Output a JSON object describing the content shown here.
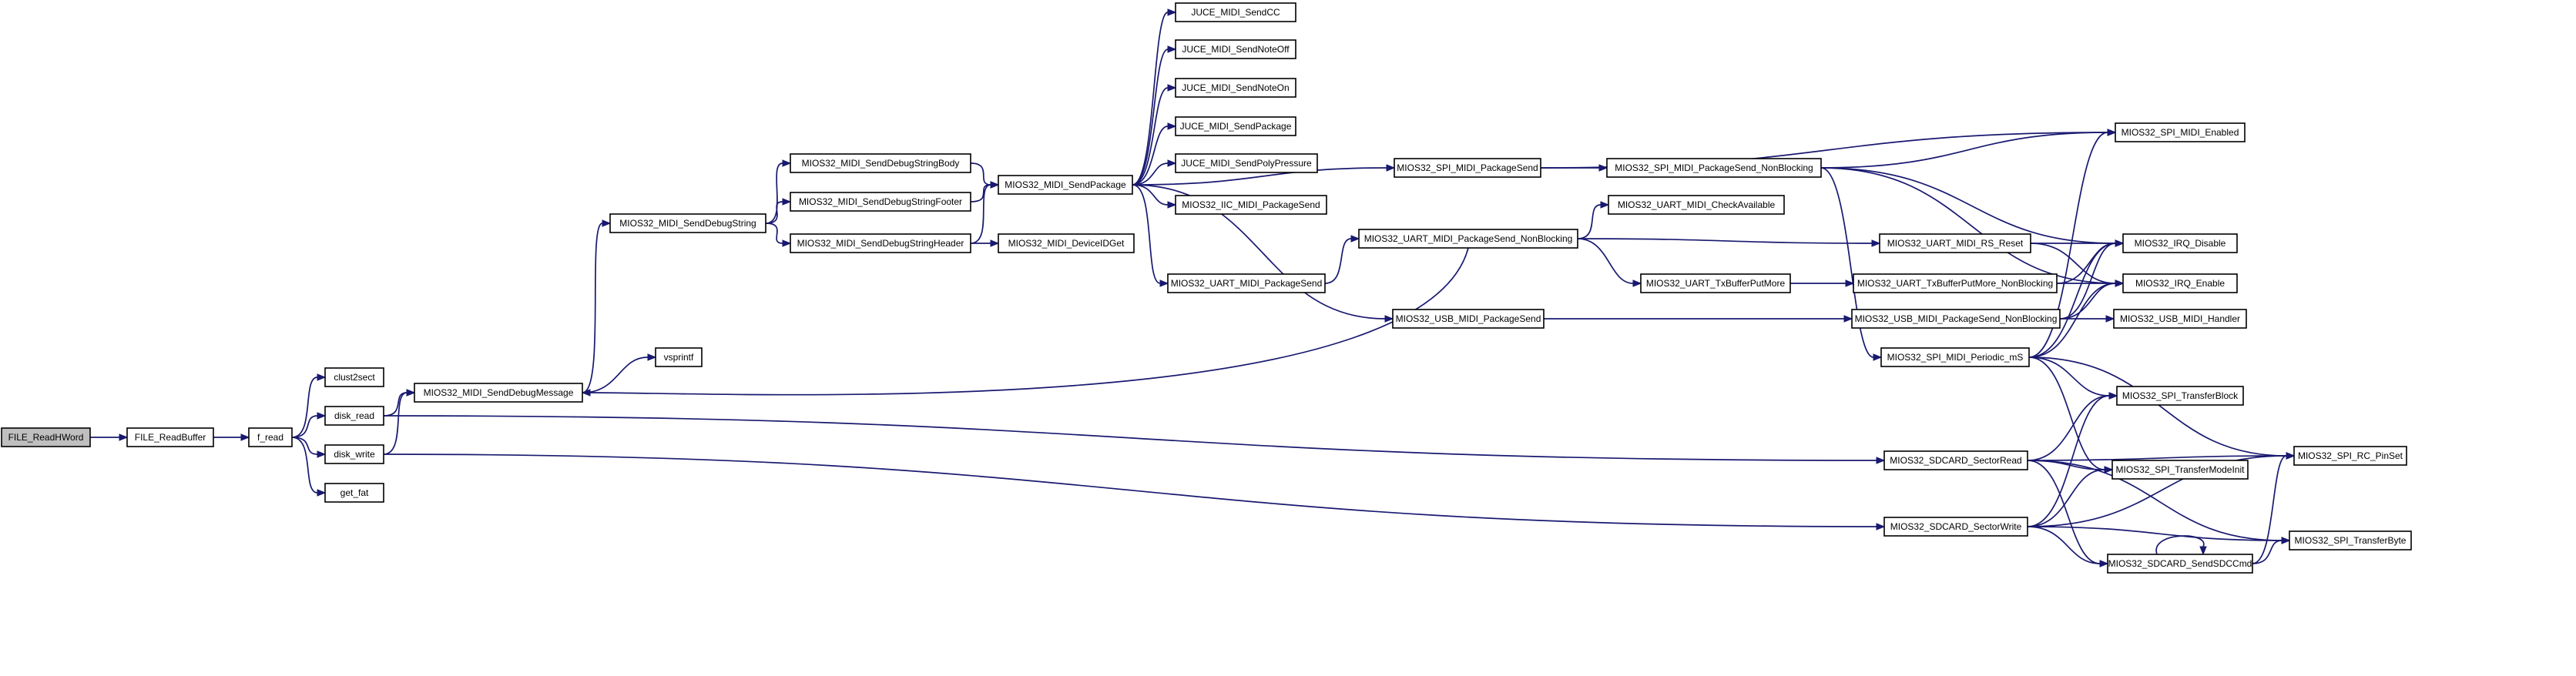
{
  "nodes": {
    "FILE_ReadHWord": "FILE_ReadHWord",
    "FILE_ReadBuffer": "FILE_ReadBuffer",
    "f_read": "f_read",
    "clust2sect": "clust2sect",
    "disk_read": "disk_read",
    "disk_write": "disk_write",
    "get_fat": "get_fat",
    "MIOS32_MIDI_SendDebugMessage": "MIOS32_MIDI_SendDebugMessage",
    "vsprintf": "vsprintf",
    "MIOS32_MIDI_SendDebugString": "MIOS32_MIDI_SendDebugString",
    "MIOS32_MIDI_SendDebugStringBody": "MIOS32_MIDI_SendDebugStringBody",
    "MIOS32_MIDI_SendDebugStringFooter": "MIOS32_MIDI_SendDebugStringFooter",
    "MIOS32_MIDI_SendDebugStringHeader": "MIOS32_MIDI_SendDebugStringHeader",
    "MIOS32_MIDI_SendPackage": "MIOS32_MIDI_SendPackage",
    "MIOS32_MIDI_DeviceIDGet": "MIOS32_MIDI_DeviceIDGet",
    "JUCE_MIDI_SendCC": "JUCE_MIDI_SendCC",
    "JUCE_MIDI_SendNoteOff": "JUCE_MIDI_SendNoteOff",
    "JUCE_MIDI_SendNoteOn": "JUCE_MIDI_SendNoteOn",
    "JUCE_MIDI_SendPackage": "JUCE_MIDI_SendPackage",
    "JUCE_MIDI_SendPolyPressure": "JUCE_MIDI_SendPolyPressure",
    "MIOS32_IIC_MIDI_PackageSend": "MIOS32_IIC_MIDI_PackageSend",
    "MIOS32_UART_MIDI_PackageSend": "MIOS32_UART_MIDI_PackageSend",
    "MIOS32_USB_MIDI_PackageSend": "MIOS32_USB_MIDI_PackageSend",
    "MIOS32_SPI_MIDI_PackageSend": "MIOS32_SPI_MIDI_PackageSend",
    "MIOS32_UART_MIDI_PackageSend_NonBlocking": "MIOS32_UART_MIDI_PackageSend_NonBlocking",
    "MIOS32_UART_MIDI_CheckAvailable": "MIOS32_UART_MIDI_CheckAvailable",
    "MIOS32_SPI_MIDI_PackageSend_NonBlocking": "MIOS32_SPI_MIDI_PackageSend_NonBlocking",
    "MIOS32_UART_MIDI_RS_Reset": "MIOS32_UART_MIDI_RS_Reset",
    "MIOS32_UART_TxBufferPutMore": "MIOS32_UART_TxBufferPutMore",
    "MIOS32_UART_TxBufferPutMore_NonBlocking": "MIOS32_UART_TxBufferPutMore_NonBlocking",
    "MIOS32_USB_MIDI_PackageSend_NonBlocking": "MIOS32_USB_MIDI_PackageSend_NonBlocking",
    "MIOS32_SPI_MIDI_Periodic_mS": "MIOS32_SPI_MIDI_Periodic_mS",
    "MIOS32_SDCARD_SectorRead": "MIOS32_SDCARD_SectorRead",
    "MIOS32_SDCARD_SectorWrite": "MIOS32_SDCARD_SectorWrite",
    "MIOS32_SPI_MIDI_Enabled": "MIOS32_SPI_MIDI_Enabled",
    "MIOS32_IRQ_Disable": "MIOS32_IRQ_Disable",
    "MIOS32_IRQ_Enable": "MIOS32_IRQ_Enable",
    "MIOS32_USB_MIDI_Handler": "MIOS32_USB_MIDI_Handler",
    "MIOS32_SPI_TransferBlock": "MIOS32_SPI_TransferBlock",
    "MIOS32_SPI_TransferModeInit": "MIOS32_SPI_TransferModeInit",
    "MIOS32_SDCARD_SendSDCCmd": "MIOS32_SDCARD_SendSDCCmd",
    "MIOS32_SPI_RC_PinSet": "MIOS32_SPI_RC_PinSet",
    "MIOS32_SPI_TransferByte": "MIOS32_SPI_TransferByte"
  },
  "edges": [
    [
      "FILE_ReadHWord",
      "FILE_ReadBuffer"
    ],
    [
      "FILE_ReadBuffer",
      "f_read"
    ],
    [
      "f_read",
      "clust2sect"
    ],
    [
      "f_read",
      "disk_read"
    ],
    [
      "f_read",
      "disk_write"
    ],
    [
      "f_read",
      "get_fat"
    ],
    [
      "disk_read",
      "MIOS32_MIDI_SendDebugMessage"
    ],
    [
      "disk_read",
      "MIOS32_SDCARD_SectorRead"
    ],
    [
      "disk_write",
      "MIOS32_MIDI_SendDebugMessage"
    ],
    [
      "disk_write",
      "MIOS32_SDCARD_SectorWrite"
    ],
    [
      "MIOS32_MIDI_SendDebugMessage",
      "MIOS32_MIDI_SendDebugString"
    ],
    [
      "MIOS32_MIDI_SendDebugMessage",
      "vsprintf"
    ],
    [
      "MIOS32_MIDI_SendDebugString",
      "MIOS32_MIDI_SendDebugStringBody"
    ],
    [
      "MIOS32_MIDI_SendDebugString",
      "MIOS32_MIDI_SendDebugStringFooter"
    ],
    [
      "MIOS32_MIDI_SendDebugString",
      "MIOS32_MIDI_SendDebugStringHeader"
    ],
    [
      "MIOS32_MIDI_SendDebugStringBody",
      "MIOS32_MIDI_SendPackage"
    ],
    [
      "MIOS32_MIDI_SendDebugStringFooter",
      "MIOS32_MIDI_SendPackage"
    ],
    [
      "MIOS32_MIDI_SendDebugStringHeader",
      "MIOS32_MIDI_SendPackage"
    ],
    [
      "MIOS32_MIDI_SendDebugStringHeader",
      "MIOS32_MIDI_DeviceIDGet"
    ],
    [
      "MIOS32_MIDI_SendPackage",
      "JUCE_MIDI_SendCC"
    ],
    [
      "MIOS32_MIDI_SendPackage",
      "JUCE_MIDI_SendNoteOff"
    ],
    [
      "MIOS32_MIDI_SendPackage",
      "JUCE_MIDI_SendNoteOn"
    ],
    [
      "MIOS32_MIDI_SendPackage",
      "JUCE_MIDI_SendPackage"
    ],
    [
      "MIOS32_MIDI_SendPackage",
      "JUCE_MIDI_SendPolyPressure"
    ],
    [
      "MIOS32_MIDI_SendPackage",
      "MIOS32_IIC_MIDI_PackageSend"
    ],
    [
      "MIOS32_MIDI_SendPackage",
      "MIOS32_UART_MIDI_PackageSend"
    ],
    [
      "MIOS32_MIDI_SendPackage",
      "MIOS32_USB_MIDI_PackageSend"
    ],
    [
      "MIOS32_MIDI_SendPackage",
      "MIOS32_SPI_MIDI_PackageSend"
    ],
    [
      "MIOS32_UART_MIDI_PackageSend",
      "MIOS32_UART_MIDI_PackageSend_NonBlocking"
    ],
    [
      "MIOS32_UART_MIDI_PackageSend_NonBlocking",
      "MIOS32_MIDI_SendDebugMessage"
    ],
    [
      "MIOS32_UART_MIDI_PackageSend_NonBlocking",
      "MIOS32_UART_MIDI_CheckAvailable"
    ],
    [
      "MIOS32_UART_MIDI_PackageSend_NonBlocking",
      "MIOS32_UART_MIDI_RS_Reset"
    ],
    [
      "MIOS32_UART_MIDI_PackageSend_NonBlocking",
      "MIOS32_UART_TxBufferPutMore"
    ],
    [
      "MIOS32_UART_TxBufferPutMore",
      "MIOS32_UART_TxBufferPutMore_NonBlocking"
    ],
    [
      "MIOS32_UART_MIDI_RS_Reset",
      "MIOS32_IRQ_Disable"
    ],
    [
      "MIOS32_UART_MIDI_RS_Reset",
      "MIOS32_IRQ_Enable"
    ],
    [
      "MIOS32_UART_TxBufferPutMore_NonBlocking",
      "MIOS32_IRQ_Disable"
    ],
    [
      "MIOS32_UART_TxBufferPutMore_NonBlocking",
      "MIOS32_IRQ_Enable"
    ],
    [
      "MIOS32_USB_MIDI_PackageSend",
      "MIOS32_USB_MIDI_PackageSend_NonBlocking"
    ],
    [
      "MIOS32_USB_MIDI_PackageSend_NonBlocking",
      "MIOS32_IRQ_Disable"
    ],
    [
      "MIOS32_USB_MIDI_PackageSend_NonBlocking",
      "MIOS32_IRQ_Enable"
    ],
    [
      "MIOS32_USB_MIDI_PackageSend_NonBlocking",
      "MIOS32_USB_MIDI_Handler"
    ],
    [
      "MIOS32_SPI_MIDI_PackageSend",
      "MIOS32_SPI_MIDI_Enabled"
    ],
    [
      "MIOS32_SPI_MIDI_PackageSend",
      "MIOS32_SPI_MIDI_PackageSend_NonBlocking"
    ],
    [
      "MIOS32_SPI_MIDI_PackageSend_NonBlocking",
      "MIOS32_SPI_MIDI_Enabled"
    ],
    [
      "MIOS32_SPI_MIDI_PackageSend_NonBlocking",
      "MIOS32_IRQ_Disable"
    ],
    [
      "MIOS32_SPI_MIDI_PackageSend_NonBlocking",
      "MIOS32_IRQ_Enable"
    ],
    [
      "MIOS32_SPI_MIDI_PackageSend_NonBlocking",
      "MIOS32_SPI_MIDI_Periodic_mS"
    ],
    [
      "MIOS32_SPI_MIDI_Periodic_mS",
      "MIOS32_SPI_MIDI_Enabled"
    ],
    [
      "MIOS32_SPI_MIDI_Periodic_mS",
      "MIOS32_IRQ_Disable"
    ],
    [
      "MIOS32_SPI_MIDI_Periodic_mS",
      "MIOS32_IRQ_Enable"
    ],
    [
      "MIOS32_SPI_MIDI_Periodic_mS",
      "MIOS32_SPI_TransferBlock"
    ],
    [
      "MIOS32_SPI_MIDI_Periodic_mS",
      "MIOS32_SPI_TransferModeInit"
    ],
    [
      "MIOS32_SPI_MIDI_Periodic_mS",
      "MIOS32_SPI_RC_PinSet"
    ],
    [
      "MIOS32_SDCARD_SectorRead",
      "MIOS32_SPI_TransferBlock"
    ],
    [
      "MIOS32_SDCARD_SectorRead",
      "MIOS32_SPI_TransferModeInit"
    ],
    [
      "MIOS32_SDCARD_SectorRead",
      "MIOS32_SPI_RC_PinSet"
    ],
    [
      "MIOS32_SDCARD_SectorRead",
      "MIOS32_SDCARD_SendSDCCmd"
    ],
    [
      "MIOS32_SDCARD_SectorRead",
      "MIOS32_SPI_TransferByte"
    ],
    [
      "MIOS32_SDCARD_SectorWrite",
      "MIOS32_SPI_TransferBlock"
    ],
    [
      "MIOS32_SDCARD_SectorWrite",
      "MIOS32_SPI_TransferModeInit"
    ],
    [
      "MIOS32_SDCARD_SectorWrite",
      "MIOS32_SDCARD_SendSDCCmd"
    ],
    [
      "MIOS32_SDCARD_SectorWrite",
      "MIOS32_SPI_RC_PinSet"
    ],
    [
      "MIOS32_SDCARD_SectorWrite",
      "MIOS32_SPI_TransferByte"
    ],
    [
      "MIOS32_SDCARD_SendSDCCmd",
      "MIOS32_SDCARD_SendSDCCmd"
    ],
    [
      "MIOS32_SDCARD_SendSDCCmd",
      "MIOS32_SPI_RC_PinSet"
    ],
    [
      "MIOS32_SDCARD_SendSDCCmd",
      "MIOS32_SPI_TransferByte"
    ]
  ]
}
